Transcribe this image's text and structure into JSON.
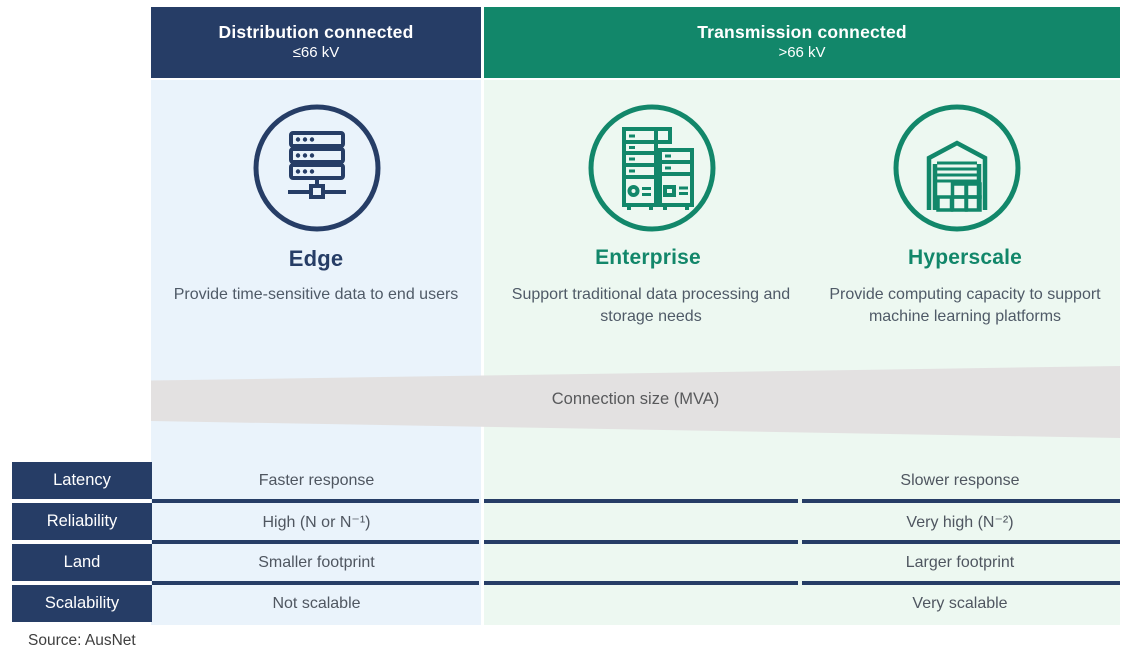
{
  "colors": {
    "navy": "#263D66",
    "green": "#12876A",
    "light_blue_bg": "#EAF3FB",
    "light_green_bg": "#EDF8F1",
    "wedge_gray": "#E3E1E1",
    "body_text": "#4F5A67",
    "source_text": "#3F3F3F"
  },
  "headers": {
    "distribution": {
      "title": "Distribution connected",
      "subtitle": "≤66 kV"
    },
    "transmission": {
      "title": "Transmission connected",
      "subtitle": ">66 kV"
    }
  },
  "columns": [
    {
      "title": "Edge",
      "description": "Provide time-sensitive data to end users",
      "icon": "server-stack-icon"
    },
    {
      "title": "Enterprise",
      "description": "Support traditional data processing and storage needs",
      "icon": "server-cabinets-icon"
    },
    {
      "title": "Hyperscale",
      "description": "Provide computing capacity to support machine learning platforms",
      "icon": "warehouse-icon"
    }
  ],
  "connection_band": {
    "label": "Connection size (MVA)"
  },
  "comparison_rows": [
    {
      "label": "Latency",
      "left": "Faster response",
      "right": "Slower response"
    },
    {
      "label": "Reliability",
      "left": "High (N or N⁻¹)",
      "right": "Very high (N⁻²)"
    },
    {
      "label": "Land",
      "left": "Smaller footprint",
      "right": "Larger footprint"
    },
    {
      "label": "Scalability",
      "left": "Not scalable",
      "right": "Very scalable"
    }
  ],
  "source": {
    "label": "Source: AusNet"
  }
}
